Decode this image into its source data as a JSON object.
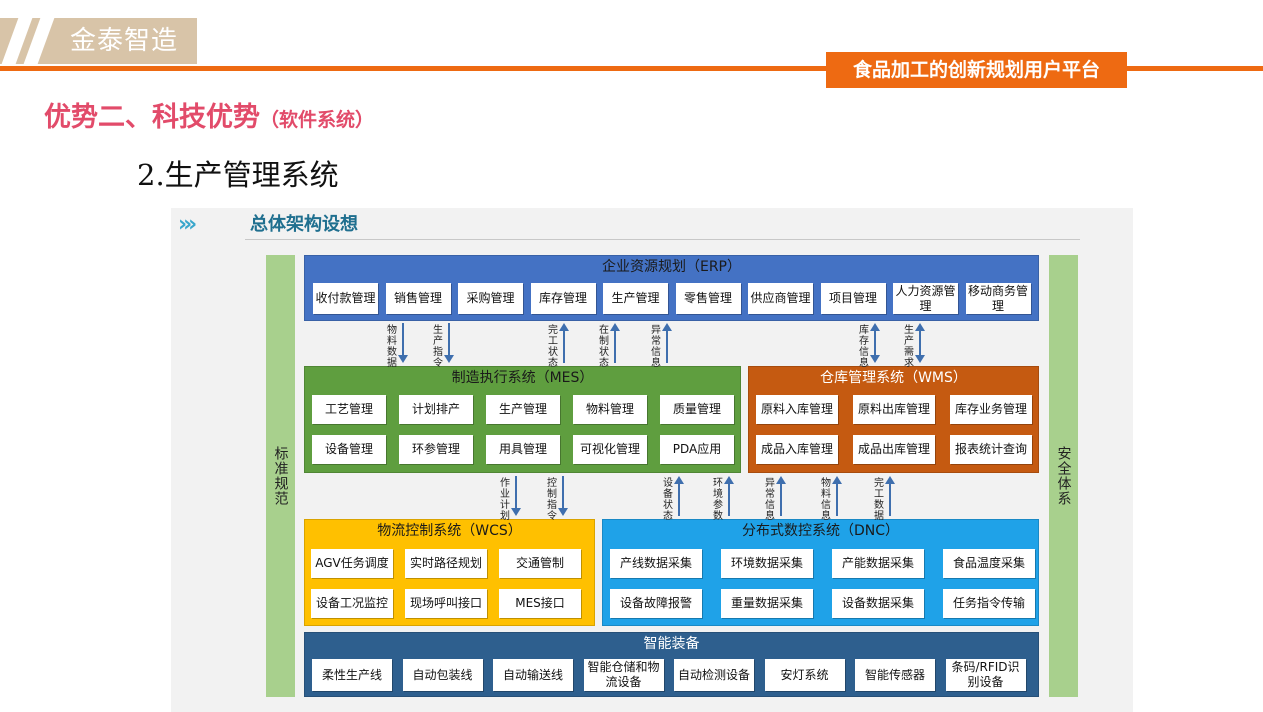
{
  "header": {
    "brand": "金泰智造",
    "tagline": "食品加工的创新规划用户平台",
    "title": "优势二、科技优势",
    "title_sub": "（软件系统）",
    "section": "2.生产管理系统"
  },
  "diagram": {
    "chevrons": "›››",
    "title": "总体架构设想",
    "left_side": "标准规范",
    "right_side": "安全体系",
    "erp": {
      "title": "企业资源规划（ERP）",
      "color": "#4472c4",
      "items": [
        "收付款管理",
        "销售管理",
        "采购管理",
        "库存管理",
        "生产管理",
        "零售管理",
        "供应商管理",
        "项目管理",
        "人力资源管理",
        "移动商务管理"
      ]
    },
    "mes": {
      "title": "制造执行系统（MES）",
      "color": "#5f9e3f",
      "items": [
        "工艺管理",
        "计划排产",
        "生产管理",
        "物料管理",
        "质量管理",
        "设备管理",
        "环参管理",
        "用具管理",
        "可视化管理",
        "PDA应用"
      ]
    },
    "wms": {
      "title": "仓库管理系统（WMS）",
      "color": "#c55a11",
      "items": [
        "原料入库管理",
        "原料出库管理",
        "库存业务管理",
        "成品入库管理",
        "成品出库管理",
        "报表统计查询"
      ]
    },
    "wcs": {
      "title": "物流控制系统（WCS）",
      "color": "#ffc000",
      "items": [
        "AGV任务调度",
        "实时路径规划",
        "交通管制",
        "设备工况监控",
        "现场呼叫接口",
        "MES接口"
      ]
    },
    "dnc": {
      "title": "分布式数控系统（DNC）",
      "color": "#1fa2e8",
      "items": [
        "产线数据采集",
        "环境数据采集",
        "产能数据采集",
        "食品温度采集",
        "设备故障报警",
        "重量数据采集",
        "设备数据采集",
        "任务指令传输"
      ]
    },
    "equip": {
      "title": "智能装备",
      "color": "#2e5f8e",
      "items": [
        "柔性生产线",
        "自动包装线",
        "自动输送线",
        "智能仓储和物流设备",
        "自动检测设备",
        "安灯系统",
        "智能传感器",
        "条码/RFID识别设备"
      ]
    },
    "flows_top": [
      "物料数据",
      "生产指令",
      "完工状态",
      "在制状态",
      "异常信息",
      "库存信息",
      "生产需求"
    ],
    "flows_mid": [
      "作业计划",
      "控制指令",
      "设备状态",
      "环境参数",
      "异常信息",
      "物料信息",
      "完工数据"
    ]
  }
}
